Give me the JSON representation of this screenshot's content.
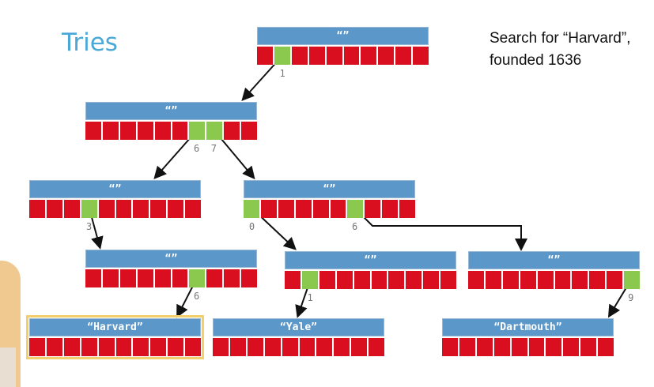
{
  "slide": {
    "title": "Tries",
    "note_line1": "Search for “Harvard”,",
    "note_line2": "founded 1636"
  },
  "nodes": [
    {
      "id": "root",
      "label": "“”",
      "active": [
        1
      ]
    },
    {
      "id": "n1",
      "label": "“”",
      "active": [
        6,
        7
      ]
    },
    {
      "id": "n16",
      "label": "“”",
      "active": [
        3
      ]
    },
    {
      "id": "n17",
      "label": "“”",
      "active": [
        0,
        6
      ]
    },
    {
      "id": "n163",
      "label": "“”",
      "active": [
        6
      ]
    },
    {
      "id": "n170",
      "label": "“”",
      "active": [
        1
      ]
    },
    {
      "id": "n176",
      "label": "“”",
      "active": [
        9
      ]
    },
    {
      "id": "harvard",
      "label": "“Harvard”",
      "active": [],
      "highlight": true
    },
    {
      "id": "yale",
      "label": "“Yale”",
      "active": []
    },
    {
      "id": "dartmouth",
      "label": "“Dartmouth”",
      "active": []
    }
  ],
  "edges": [
    {
      "from": "root",
      "digit": "1",
      "to": "n1"
    },
    {
      "from": "n1",
      "digit": "6",
      "to": "n16"
    },
    {
      "from": "n1",
      "digit": "7",
      "to": "n17"
    },
    {
      "from": "n16",
      "digit": "3",
      "to": "n163"
    },
    {
      "from": "n17",
      "digit": "0",
      "to": "n170"
    },
    {
      "from": "n17",
      "digit": "6",
      "to": "n176"
    },
    {
      "from": "n163",
      "digit": "6",
      "to": "harvard"
    },
    {
      "from": "n170",
      "digit": "1",
      "to": "yale"
    },
    {
      "from": "n176",
      "digit": "9",
      "to": "dartmouth"
    }
  ],
  "colors": {
    "title": "#4aa8d8",
    "node_header": "#5b97c9",
    "cell_inactive": "#d90e1e",
    "cell_active": "#8bc94e",
    "highlight": "#f3cf6b",
    "edge": "#111111"
  }
}
